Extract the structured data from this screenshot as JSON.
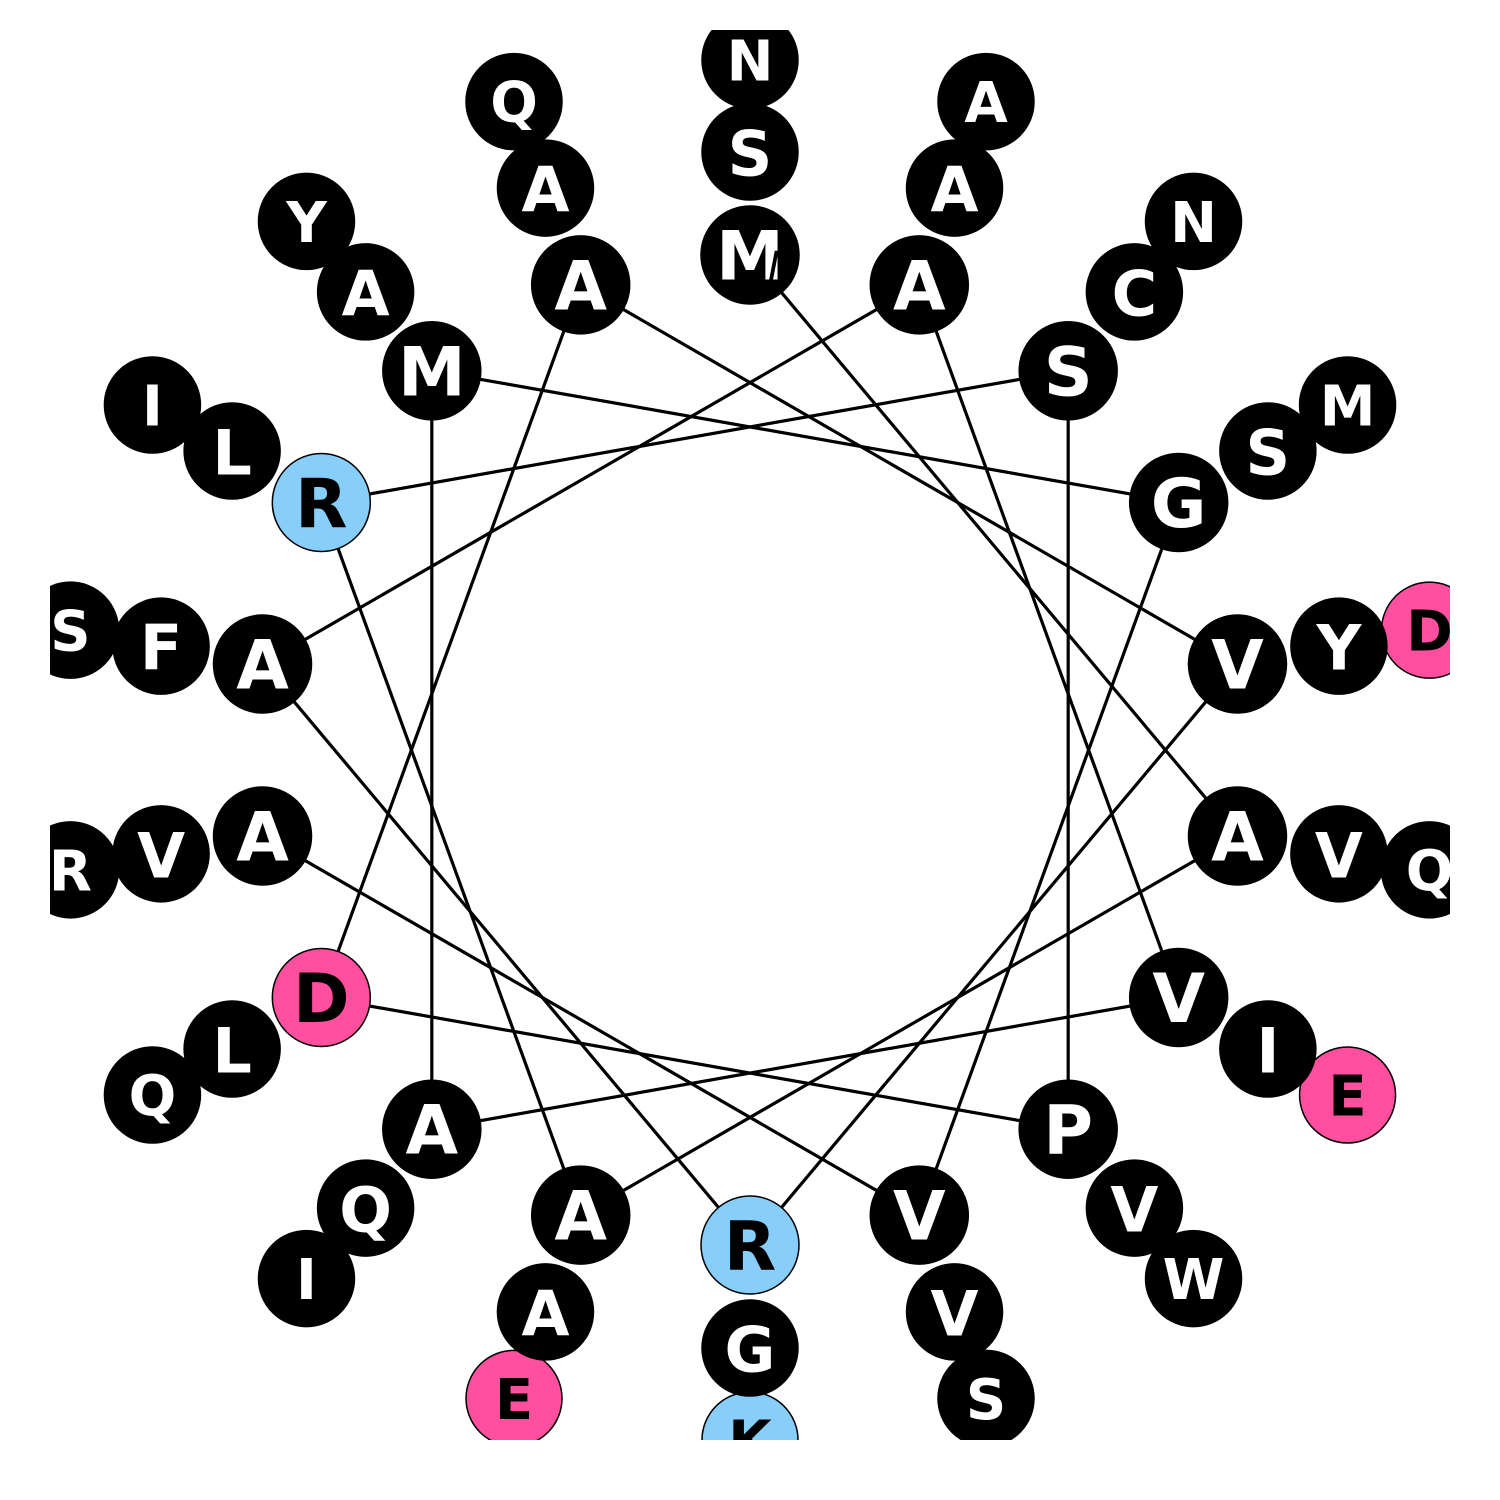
{
  "colors": {
    "default": "#000000",
    "basic": "#87CEFA",
    "acidic": "#FF4F9E",
    "label_on_dark": "#FFFFFF",
    "label_on_light": "#000000",
    "connector": "#000000"
  },
  "n_terminus_label": "N",
  "helix": {
    "residues": [
      {
        "aa": "M",
        "cls": "default"
      },
      {
        "aa": "A",
        "cls": "default"
      },
      {
        "aa": "A",
        "cls": "default"
      },
      {
        "aa": "R",
        "cls": "basic"
      },
      {
        "aa": "S",
        "cls": "default"
      },
      {
        "aa": "P",
        "cls": "default"
      },
      {
        "aa": "D",
        "cls": "acidic"
      },
      {
        "aa": "A",
        "cls": "default"
      },
      {
        "aa": "V",
        "cls": "default"
      },
      {
        "aa": "R",
        "cls": "basic"
      },
      {
        "aa": "A",
        "cls": "default"
      },
      {
        "aa": "A",
        "cls": "default"
      },
      {
        "aa": "V",
        "cls": "default"
      },
      {
        "aa": "A",
        "cls": "default"
      },
      {
        "aa": "M",
        "cls": "default"
      },
      {
        "aa": "G",
        "cls": "default"
      },
      {
        "aa": "V",
        "cls": "default"
      },
      {
        "aa": "A",
        "cls": "default"
      }
    ],
    "outer_ring_1": [
      {
        "aa": "S",
        "cls": "default"
      },
      {
        "aa": "V",
        "cls": "default"
      },
      {
        "aa": "A",
        "cls": "default"
      },
      {
        "aa": "L",
        "cls": "default"
      },
      {
        "aa": "C",
        "cls": "default"
      },
      {
        "aa": "V",
        "cls": "default"
      },
      {
        "aa": "L",
        "cls": "default"
      },
      {
        "aa": "A",
        "cls": "default"
      },
      {
        "aa": "Y",
        "cls": "default"
      },
      {
        "aa": "G",
        "cls": "default"
      },
      {
        "aa": "F",
        "cls": "default"
      },
      {
        "aa": "A",
        "cls": "default"
      },
      {
        "aa": "I",
        "cls": "default"
      },
      {
        "aa": "Q",
        "cls": "default"
      },
      {
        "aa": "A",
        "cls": "default"
      },
      {
        "aa": "S",
        "cls": "default"
      },
      {
        "aa": "V",
        "cls": "default"
      },
      {
        "aa": "V",
        "cls": "default"
      }
    ],
    "outer_ring_2": [
      {
        "aa": "N",
        "cls": "default"
      },
      {
        "aa": "Q",
        "cls": "default"
      },
      {
        "aa": "E",
        "cls": "acidic"
      },
      {
        "aa": "I",
        "cls": "default"
      },
      {
        "aa": "N",
        "cls": "default"
      },
      {
        "aa": "W",
        "cls": "default"
      },
      {
        "aa": "Q",
        "cls": "default"
      },
      {
        "aa": "Q",
        "cls": "default"
      },
      {
        "aa": "D",
        "cls": "acidic"
      },
      {
        "aa": "K",
        "cls": "basic"
      },
      {
        "aa": "S",
        "cls": "default"
      },
      {
        "aa": "A",
        "cls": "default"
      },
      {
        "aa": "E",
        "cls": "acidic"
      },
      {
        "aa": "I",
        "cls": "default"
      },
      {
        "aa": "Y",
        "cls": "default"
      },
      {
        "aa": "M",
        "cls": "default"
      },
      {
        "aa": "S",
        "cls": "default"
      },
      {
        "aa": "R",
        "cls": "default"
      }
    ]
  }
}
